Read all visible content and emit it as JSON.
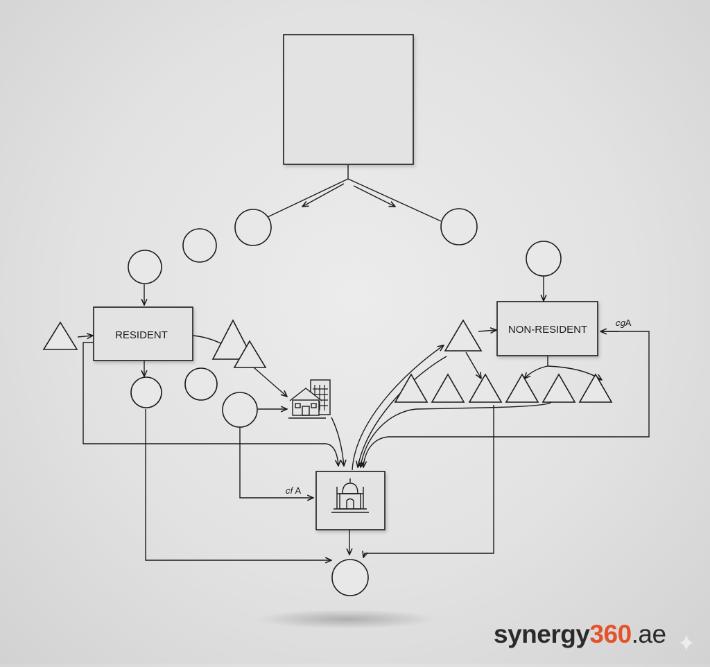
{
  "diagram": {
    "nodes": {
      "resident": {
        "label": "RESIDENT"
      },
      "non_resident": {
        "label": "NON-RESIDENT"
      }
    },
    "annotations": {
      "left_glyph": "𝑐𝑓 A",
      "right_glyph": "𝑐𝑔A"
    },
    "icons": {
      "buildings": "buildings-icon",
      "central_hub": "mosque-icon"
    }
  },
  "brand": {
    "name": "synergy",
    "number": "360",
    "tld": ".ae",
    "accent_color": "#e5522a"
  },
  "colors": {
    "stroke": "#1a1a1a",
    "box_fill": "#e3e3e3",
    "shape_fill": "#e8e8e8"
  }
}
